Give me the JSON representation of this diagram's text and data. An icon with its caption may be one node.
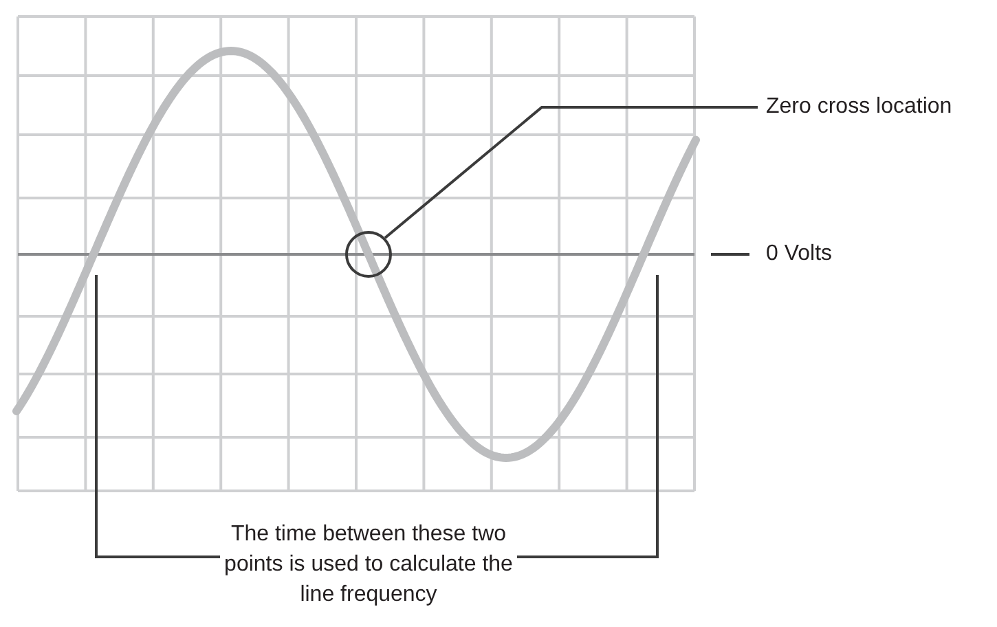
{
  "diagram": {
    "nodes": [
      {
        "text": [
          "Zero cross location"
        ]
      },
      {
        "text": [],
        "shape": "circle"
      },
      {
        "text": [
          "0 Volts"
        ]
      },
      {
        "text": [
          "The time between these two points is used to calculate the line frequency"
        ]
      }
    ],
    "edges": [
      {
        "from": 0,
        "to": 1,
        "arrow": "none"
      },
      {
        "from": 2,
        "to": null,
        "arrow": "none"
      },
      {
        "from": 3,
        "to": null,
        "arrow": "none"
      },
      {
        "from": 3,
        "to": null,
        "arrow": "none"
      }
    ]
  }
}
